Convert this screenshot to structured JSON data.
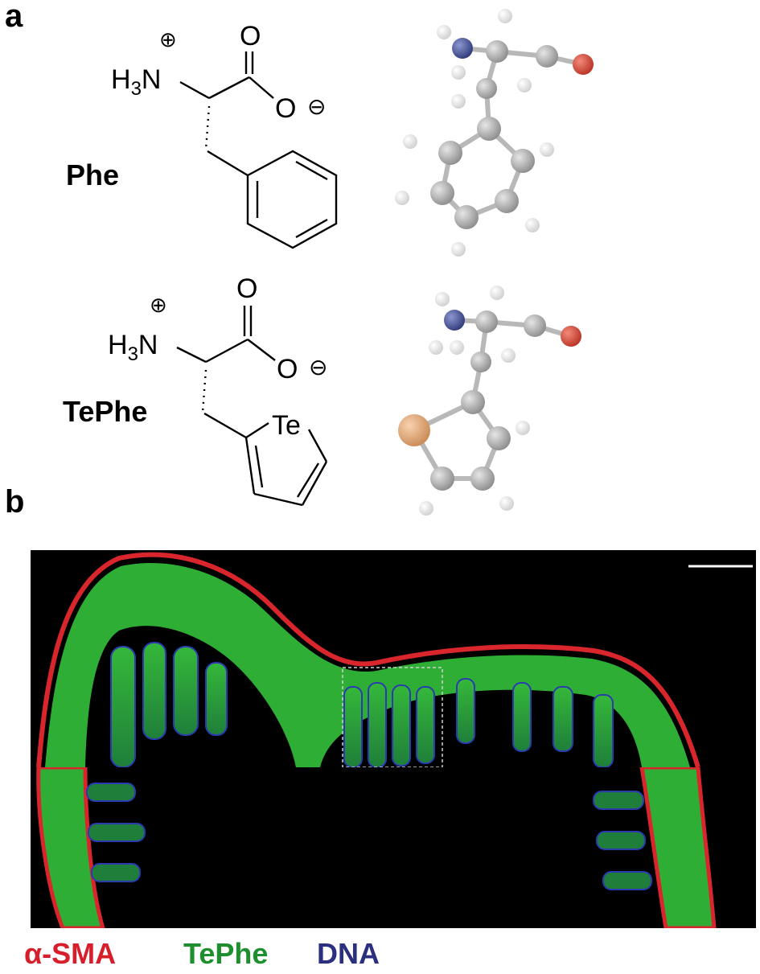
{
  "panels": {
    "a": {
      "label": "a",
      "molecules": [
        {
          "name": "Phe",
          "atoms": {
            "amine": "H3N",
            "amine_charge": "⊕",
            "carbonyl_o": "O",
            "carboxylate_o": "O",
            "carboxylate_charge": "⊖"
          }
        },
        {
          "name": "TePhe",
          "atoms": {
            "amine": "H3N",
            "amine_charge": "⊕",
            "carbonyl_o": "O",
            "carboxylate_o": "O",
            "carboxylate_charge": "⊖",
            "heteroatom": "Te"
          }
        }
      ]
    },
    "b": {
      "label": "b",
      "legend": [
        {
          "text": "α-SMA",
          "color": "#d71f2b"
        },
        {
          "text": "TePhe",
          "color": "#1e8f2e"
        },
        {
          "text": "DNA",
          "color": "#2b2f7f"
        }
      ]
    }
  },
  "colors": {
    "carbon": "#9a9a9a",
    "hydrogen": "#e9e9e9",
    "nitrogen": "#3c4a8f",
    "oxygen": "#cc4433",
    "tellurium": "#d9a070",
    "tissue_green": "#2fae35",
    "tissue_red": "#d8262c",
    "tissue_blue": "#2a3bb0"
  }
}
